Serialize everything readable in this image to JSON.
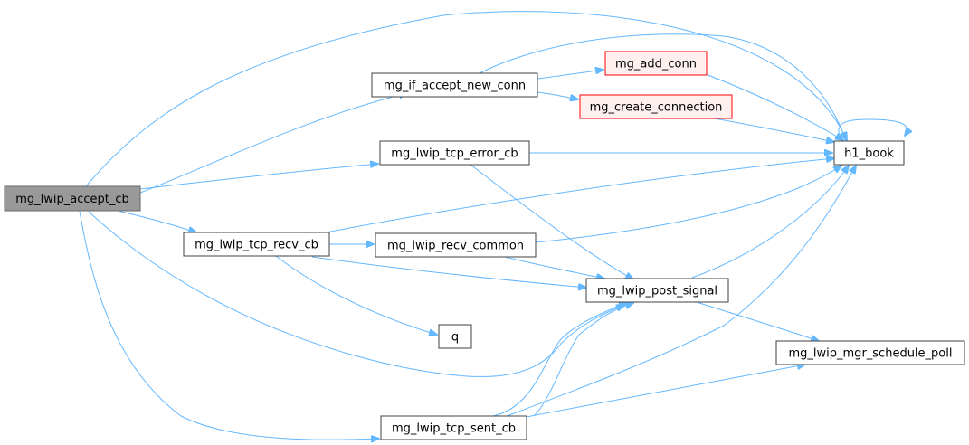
{
  "nodes": {
    "accept_cb": "mg_lwip_accept_cb",
    "if_accept_new_conn": "mg_if_accept_new_conn",
    "add_conn": "mg_add_conn",
    "create_connection": "mg_create_connection",
    "tcp_error_cb": "mg_lwip_tcp_error_cb",
    "h1_book": "h1_book",
    "tcp_recv_cb": "mg_lwip_tcp_recv_cb",
    "recv_common": "mg_lwip_recv_common",
    "post_signal": "mg_lwip_post_signal",
    "q": "q",
    "mgr_schedule_poll": "mg_lwip_mgr_schedule_poll",
    "tcp_sent_cb": "mg_lwip_tcp_sent_cb"
  },
  "colors": {
    "edge": "#63b8ff",
    "root_fill": "#999999",
    "highlight_border": "#ff0000",
    "highlight_fill": "#fff0f0",
    "node_border": "#404040"
  },
  "edges": [
    [
      "accept_cb",
      "if_accept_new_conn"
    ],
    [
      "accept_cb",
      "tcp_error_cb"
    ],
    [
      "accept_cb",
      "tcp_recv_cb"
    ],
    [
      "accept_cb",
      "tcp_sent_cb"
    ],
    [
      "accept_cb",
      "post_signal"
    ],
    [
      "accept_cb",
      "h1_book"
    ],
    [
      "if_accept_new_conn",
      "add_conn"
    ],
    [
      "if_accept_new_conn",
      "create_connection"
    ],
    [
      "if_accept_new_conn",
      "h1_book"
    ],
    [
      "add_conn",
      "h1_book"
    ],
    [
      "create_connection",
      "h1_book"
    ],
    [
      "tcp_error_cb",
      "h1_book"
    ],
    [
      "tcp_error_cb",
      "post_signal"
    ],
    [
      "h1_book",
      "h1_book"
    ],
    [
      "tcp_recv_cb",
      "recv_common"
    ],
    [
      "tcp_recv_cb",
      "h1_book"
    ],
    [
      "tcp_recv_cb",
      "post_signal"
    ],
    [
      "tcp_recv_cb",
      "q"
    ],
    [
      "recv_common",
      "h1_book"
    ],
    [
      "recv_common",
      "post_signal"
    ],
    [
      "post_signal",
      "h1_book"
    ],
    [
      "post_signal",
      "mgr_schedule_poll"
    ],
    [
      "tcp_sent_cb",
      "post_signal"
    ],
    [
      "tcp_sent_cb",
      "h1_book"
    ],
    [
      "tcp_sent_cb",
      "mgr_schedule_poll"
    ]
  ]
}
